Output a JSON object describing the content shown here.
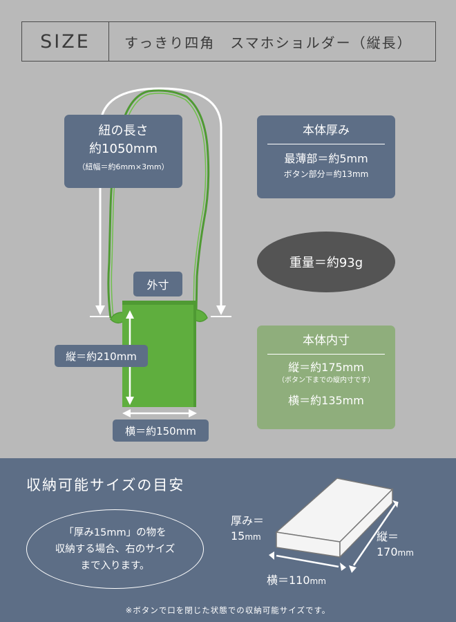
{
  "header": {
    "label": "SIZE",
    "product_name": "すっきり四角　スマホショルダー（縦長）"
  },
  "strap": {
    "title": "紐の長さ",
    "length": "約1050mm",
    "detail": "（紐幅＝約6mm×3mm）"
  },
  "thickness": {
    "title": "本体厚み",
    "thinnest": "最薄部＝約5mm",
    "button": "ボタン部分＝約13mm"
  },
  "weight": {
    "label": "重量＝約93g"
  },
  "inner_size": {
    "title": "本体内寸",
    "height": "縦＝約175mm",
    "height_note": "（ボタン下までの縦内寸です）",
    "width": "横＝約135mm"
  },
  "outer_size": {
    "title": "外寸",
    "height": "縦＝約210mm",
    "width": "横＝約150mm"
  },
  "storage": {
    "title": "収納可能サイズの目安",
    "oval_lines": [
      "「厚み15mm」の物を",
      "収納する場合、右のサイズ",
      "まで入ります。"
    ],
    "depth_label": "厚み＝",
    "depth_value": "15",
    "depth_unit": "mm",
    "length_label": "縦＝",
    "length_value": "170",
    "length_unit": "mm",
    "width_label": "横＝110",
    "width_unit": "mm",
    "note": "※ボタンで口を閉じた状態での収納可能サイズです。"
  },
  "colors": {
    "panel_blue": "#5d6e86",
    "panel_green": "#8fae7c",
    "bag_green": "#5fae3e",
    "top_bg": "#b9b9b9",
    "weight_oval": "#545454"
  }
}
